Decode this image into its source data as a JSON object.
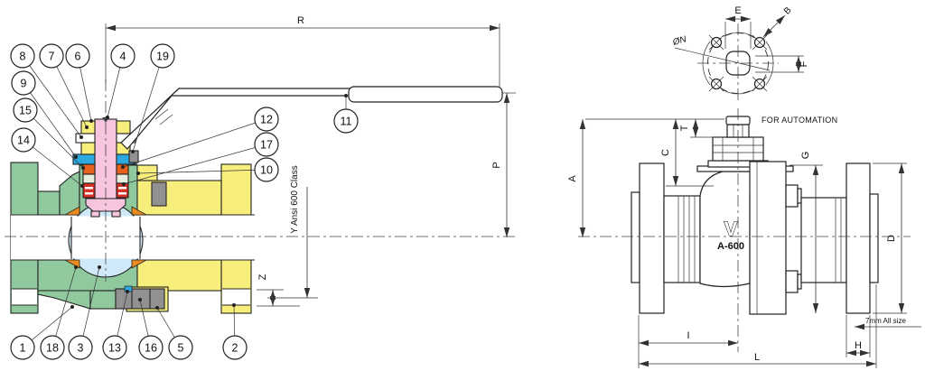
{
  "left_view": {
    "callouts": {
      "c1": "1",
      "c2": "2",
      "c3": "3",
      "c4": "4",
      "c5": "5",
      "c6": "6",
      "c7": "7",
      "c8": "8",
      "c9": "9",
      "c10": "10",
      "c11": "11",
      "c12": "12",
      "c13": "13",
      "c14": "14",
      "c15": "15",
      "c16": "16",
      "c17": "17",
      "c18": "18",
      "c19": "19"
    },
    "dim_r": "R",
    "dim_p": "P",
    "dim_z": "Z",
    "class_label": "Y Ansi 600 Class"
  },
  "right_view": {
    "dim_a": "A",
    "dim_c": "C",
    "dim_t": "T",
    "dim_g": "G",
    "dim_d": "D",
    "dim_h": "H",
    "dim_i": "I",
    "dim_l": "L",
    "note_automation": "FOR AUTOMATION",
    "note_size": "7mm All size",
    "logo": "V",
    "model": "A-600"
  },
  "top_view": {
    "dim_e": "E",
    "dim_f": "F",
    "dim_b": "B",
    "dim_n": "ØN"
  },
  "colors": {
    "body_green": "#90c99e",
    "cap_yellow": "#f8ee7c",
    "stem_pink": "#f7c6de",
    "ball_blue": "#cfe9f8",
    "seat_orange": "#ec8b1f",
    "seal_blue": "#2ba9e0",
    "packing_orange": "#e8611d",
    "packing_red": "#d93025",
    "spacer_pale": "#e7efe0",
    "metal_gray": "#919191",
    "line": "#222222"
  }
}
